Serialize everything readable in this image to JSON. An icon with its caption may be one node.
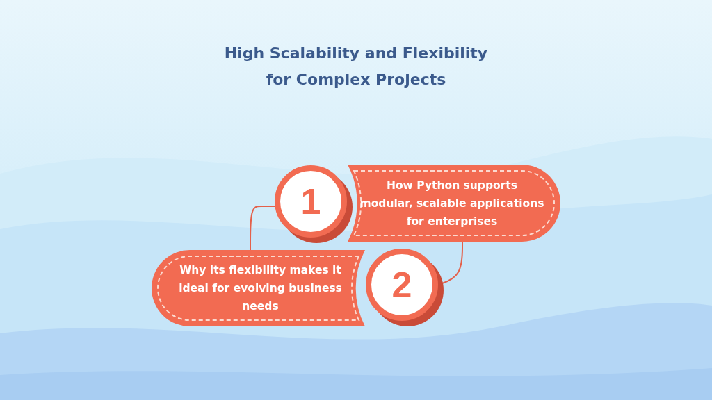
{
  "diagram": {
    "title": "High Scalability and Flexibility for Complex Projects",
    "nodes": [
      {
        "text": [
          "1"
        ]
      },
      {
        "text": [
          "How Python supports modular, scalable applications for enterprises"
        ]
      },
      {
        "text": [
          "Why its flexibility makes it ideal for evolving business needs"
        ]
      },
      {
        "text": [
          "2"
        ]
      }
    ],
    "edges": [
      {
        "from": 0,
        "to": 2,
        "arrow": "none"
      },
      {
        "from": 1,
        "to": 3,
        "arrow": "none"
      }
    ]
  }
}
